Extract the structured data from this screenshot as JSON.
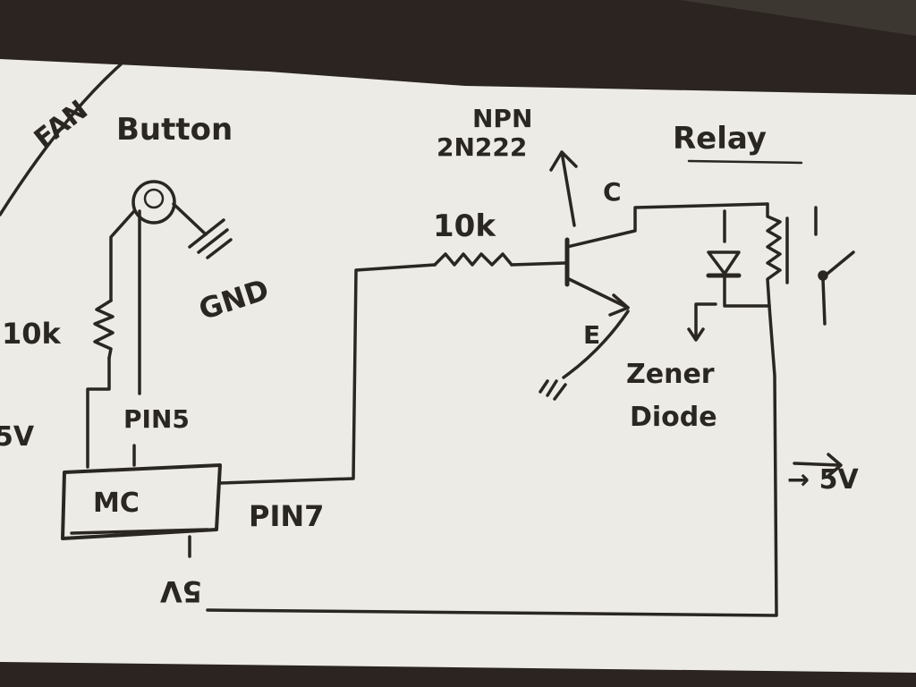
{
  "labels": {
    "fan": "FAN",
    "button": "Button",
    "gnd": "GND",
    "r1": "10k",
    "five_v_left": "5V",
    "pin5": "PIN5",
    "mc": "MC",
    "pin7": "PIN7",
    "five_v_bottom": "5V",
    "npn": "NPN",
    "npn_part": "2N222",
    "r2": "10k",
    "collector": "C",
    "emitter": "E",
    "relay": "Relay",
    "zener_line1": "Zener",
    "zener_line2": "Diode",
    "five_v_right": "→ 5V"
  },
  "colors": {
    "paper": "#ecebe6",
    "ink": "#2a2622",
    "background": "#2b2420"
  }
}
